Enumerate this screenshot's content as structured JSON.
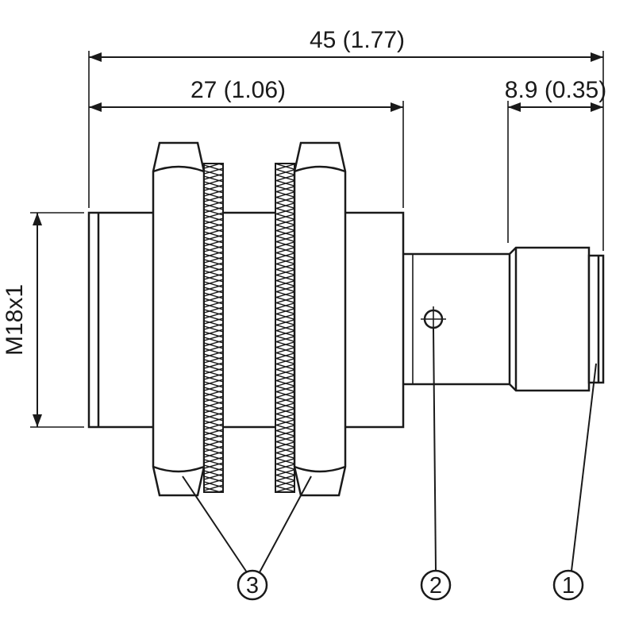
{
  "drawing": {
    "dimensions": {
      "total_length": "45 (1.77)",
      "body_length": "27 (1.06)",
      "connector_length": "8.9 (0.35)",
      "thread": "M18x1"
    },
    "callouts": [
      {
        "label": "3"
      },
      {
        "label": "2"
      },
      {
        "label": "1"
      }
    ],
    "colors": {
      "line": "#1a1a1a",
      "background": "#ffffff"
    }
  }
}
